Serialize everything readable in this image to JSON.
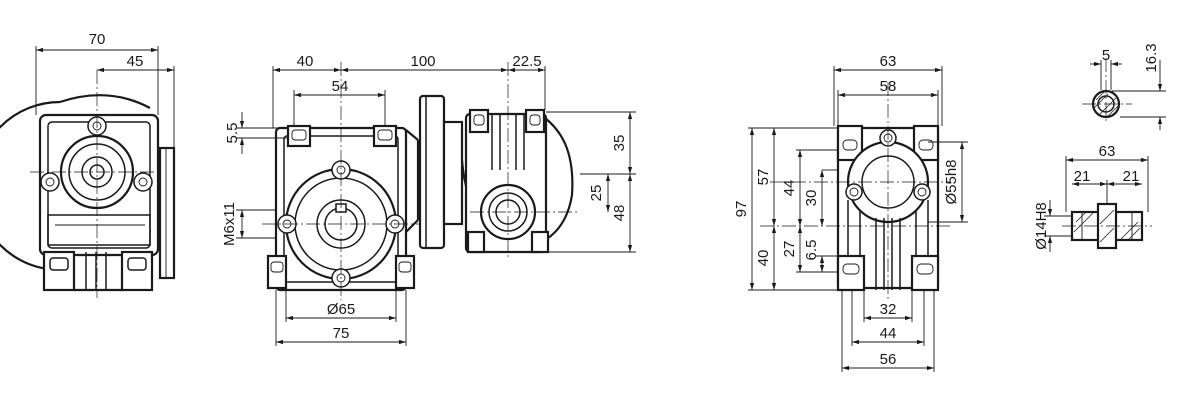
{
  "dimensions": {
    "side": {
      "overall_width": "70",
      "flange_offset": "45"
    },
    "front": {
      "left_offset": "40",
      "center_distance": "100",
      "motor_offset": "22.5",
      "bolt_spacing_top": "54",
      "top_offset": "5.5",
      "thread": "M6x11",
      "pilot_diameter": "Ø65",
      "base_width": "75",
      "height_top": "35",
      "height_axis": "25",
      "height_total": "48"
    },
    "rear": {
      "top_width": "63",
      "top_inner": "58",
      "height_total": "97",
      "height_upper": "57",
      "height_44": "44",
      "height_30": "30",
      "height_lower": "40",
      "height_27": "27",
      "height_6_5": "6.5",
      "bore": "Ø55h8",
      "base_32": "32",
      "base_44": "44",
      "base_56": "56"
    },
    "shaft_section": {
      "key_width": "5",
      "key_height": "16.3"
    },
    "shaft": {
      "length": "63",
      "half_left": "21",
      "half_right": "21",
      "bore": "Ø14H8"
    }
  }
}
